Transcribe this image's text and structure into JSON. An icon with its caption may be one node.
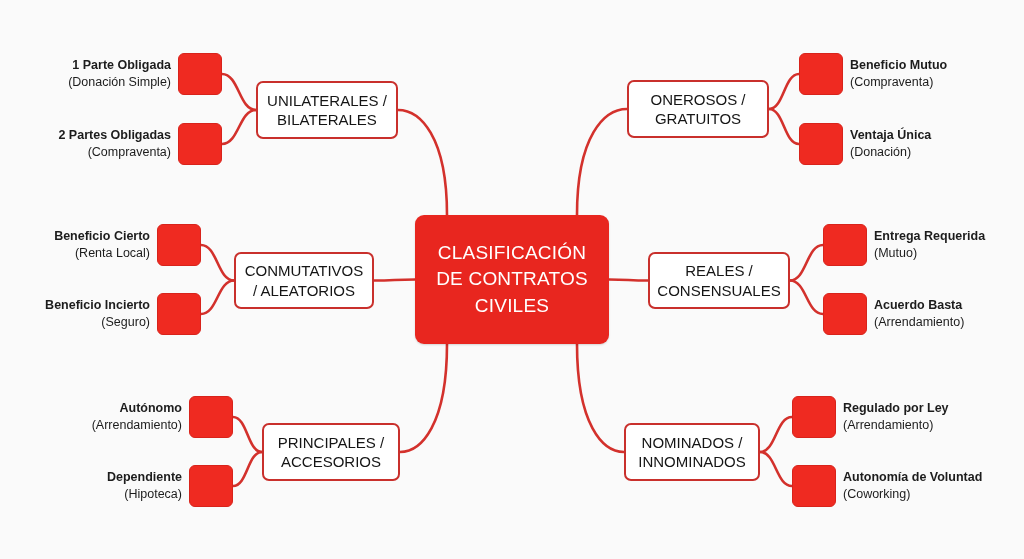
{
  "diagram": {
    "nodes": [
      {
        "text": [
          "CLASIFICACIÓN DE CONTRATOS CIVILES"
        ]
      },
      {
        "text": [
          "UNILATERALES / BILATERALES"
        ]
      },
      {
        "text": [],
        "shape": "box",
        "beside": [
          "1 Parte Obligada",
          "(Donación Simple)"
        ]
      },
      {
        "text": [],
        "shape": "box",
        "beside": [
          "2 Partes Obligadas",
          "(Compraventa)"
        ]
      },
      {
        "text": [
          "ONEROSOS / GRATUITOS"
        ]
      },
      {
        "text": [],
        "shape": "box",
        "beside": [
          "Beneficio Mutuo",
          "(Compraventa)"
        ]
      },
      {
        "text": [],
        "shape": "box",
        "beside": [
          "Ventaja Única",
          "(Donación)"
        ]
      },
      {
        "text": [
          "CONMUTATIVOS / ALEATORIOS"
        ]
      },
      {
        "text": [],
        "shape": "box",
        "beside": [
          "Beneficio Cierto",
          "(Renta Local)"
        ]
      },
      {
        "text": [],
        "shape": "box",
        "beside": [
          "Beneficio Incierto",
          "(Seguro)"
        ]
      },
      {
        "text": [
          "REALES / CONSENSUALES"
        ]
      },
      {
        "text": [],
        "shape": "box",
        "beside": [
          "Entrega Requerida",
          "(Mutuo)"
        ]
      },
      {
        "text": [],
        "shape": "box",
        "beside": [
          "Acuerdo Basta",
          "(Arrendamiento)"
        ]
      },
      {
        "text": [
          "PRINCIPALES / ACCESORIOS"
        ]
      },
      {
        "text": [],
        "shape": "box",
        "beside": [
          "Autónomo",
          "(Arrendamiento)"
        ]
      },
      {
        "text": [],
        "shape": "box",
        "beside": [
          "Dependiente",
          "(Hipoteca)"
        ]
      },
      {
        "text": [
          "NOMINADOS / INNOMINADOS"
        ]
      },
      {
        "text": [],
        "shape": "box",
        "beside": [
          "Regulado por Ley",
          "(Arrendamiento)"
        ]
      },
      {
        "text": [],
        "shape": "box",
        "beside": [
          "Autonomía de Voluntad",
          "(Coworking)"
        ]
      }
    ],
    "edges": [
      {
        "from": 0,
        "to": 1,
        "arrow": "none"
      },
      {
        "from": 1,
        "to": 2,
        "arrow": "none"
      },
      {
        "from": 1,
        "to": 3,
        "arrow": "none"
      },
      {
        "from": 0,
        "to": 4,
        "arrow": "none"
      },
      {
        "from": 4,
        "to": 5,
        "arrow": "none"
      },
      {
        "from": 4,
        "to": 6,
        "arrow": "none"
      },
      {
        "from": 0,
        "to": 7,
        "arrow": "none"
      },
      {
        "from": 7,
        "to": 8,
        "arrow": "none"
      },
      {
        "from": 7,
        "to": 9,
        "arrow": "none"
      },
      {
        "from": 0,
        "to": 10,
        "arrow": "none"
      },
      {
        "from": 10,
        "to": 11,
        "arrow": "none"
      },
      {
        "from": 10,
        "to": 12,
        "arrow": "none"
      },
      {
        "from": 0,
        "to": 13,
        "arrow": "none"
      },
      {
        "from": 13,
        "to": 14,
        "arrow": "none"
      },
      {
        "from": 13,
        "to": 15,
        "arrow": "none"
      },
      {
        "from": 0,
        "to": 16,
        "arrow": "none"
      },
      {
        "from": 16,
        "to": 17,
        "arrow": "none"
      },
      {
        "from": 16,
        "to": 18,
        "arrow": "none"
      }
    ]
  }
}
